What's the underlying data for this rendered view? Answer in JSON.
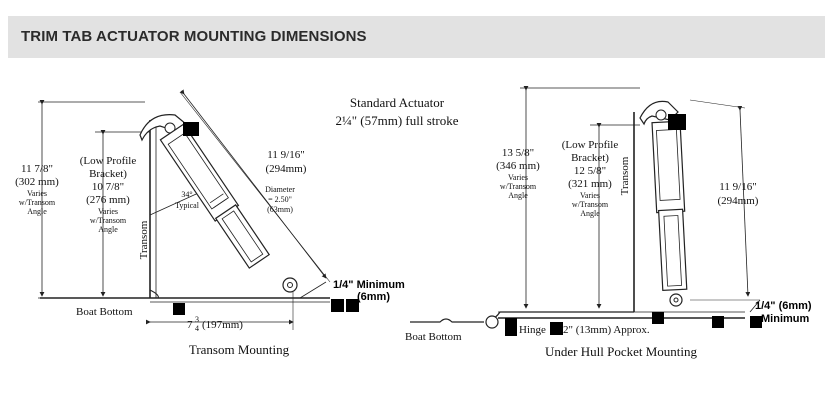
{
  "header": {
    "title": "TRIM TAB ACTUATOR MOUNTING DIMENSIONS"
  },
  "actuator": {
    "title_line1": "Standard Actuator",
    "title_line2": "2¼\" (57mm) full stroke"
  },
  "transom_mounting": {
    "caption": "Transom Mounting",
    "overall_in": "11 7/8\"",
    "overall_mm": "(302 mm)",
    "overall_varies1": "Varies",
    "overall_varies2": "w/Transom",
    "overall_varies3": "Angle",
    "low_profile1": "(Low Profile",
    "low_profile2": "Bracket)",
    "low_in": "10 7/8\"",
    "low_mm": "(276 mm)",
    "low_varies1": "Varies",
    "low_varies2": "w/Transom",
    "low_varies3": "Angle",
    "angle1": "34°",
    "angle2": "Typical",
    "length_in": "11 9/16\"",
    "length_mm": "(294mm)",
    "diameter1": "Diameter",
    "diameter2": "= 2.50\"",
    "diameter3": "(63mm)",
    "transom_label": "Transom",
    "boat_bottom": "Boat Bottom",
    "setback_whole": "7",
    "setback_num": "3",
    "setback_den": "4",
    "setback_rest": "(197mm)",
    "min_line1": "1/4\" Minimum",
    "min_line2": "(6mm)"
  },
  "pocket_mounting": {
    "caption": "Under Hull Pocket Mounting",
    "overall_in": "13 5/8\"",
    "overall_mm": "(346 mm)",
    "overall_varies1": "Varies",
    "overall_varies2": "w/Transom",
    "overall_varies3": "Angle",
    "low_profile1": "(Low Profile",
    "low_profile2": "Bracket)",
    "low_in": "12 5/8\"",
    "low_mm": "(321 mm)",
    "low_varies1": "Varies",
    "low_varies2": "w/Transom",
    "low_varies3": "Angle",
    "transom_label": "Transom",
    "length_in": "11 9/16\"",
    "length_mm": "(294mm)",
    "boat_bottom": "Boat Bottom",
    "hinge": "Hinge",
    "hinge_dim": "2\" (13mm) Approx.",
    "min_line1": "1/4\" (6mm)",
    "min_line2": "Minimum"
  }
}
